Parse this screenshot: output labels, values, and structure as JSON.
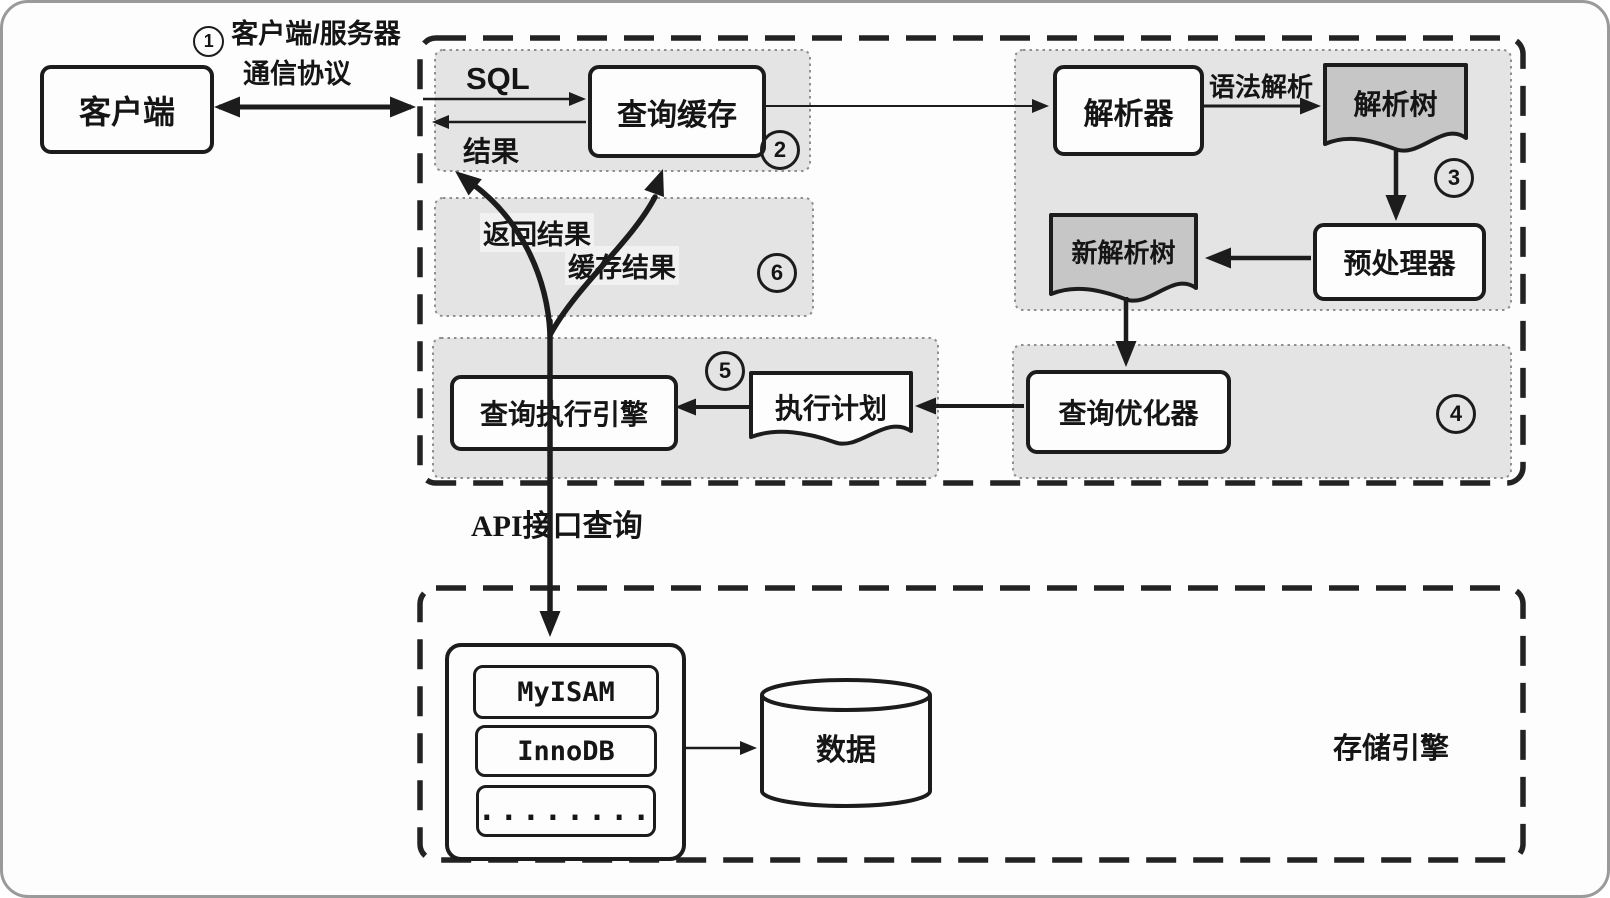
{
  "nodes": {
    "client": "客户端",
    "query_cache": "查询缓存",
    "parser": "解析器",
    "parse_tree": "解析树",
    "preprocessor": "预处理器",
    "new_parse_tree": "新解析树",
    "query_optimizer": "查询优化器",
    "execution_plan": "执行计划",
    "query_execution_engine": "查询执行引擎",
    "storage_engine_myisam": "MyISAM",
    "storage_engine_innodb": "InnoDB",
    "storage_engine_more": "........",
    "data_store": "数据"
  },
  "labels": {
    "protocol_line1": "客户端/服务器",
    "protocol_line2": "通信协议",
    "sql": "SQL",
    "result": "结果",
    "return_result": "返回结果",
    "cache_result": "缓存结果",
    "syntax_parse": "语法解析",
    "api_query": "API接口查询",
    "storage_engine_layer": "存储引擎"
  },
  "steps": {
    "s1": "1",
    "s2": "2",
    "s3": "3",
    "s4": "4",
    "s5": "5",
    "s6": "6"
  },
  "colors": {
    "line": "#1c1c1c",
    "region_fill": "#e4e4e4",
    "region_border": "#8f8f8f",
    "doc_fill": "#c6c6c6",
    "box_fill": "#fdfdfd",
    "dashed_border": "#232323"
  }
}
